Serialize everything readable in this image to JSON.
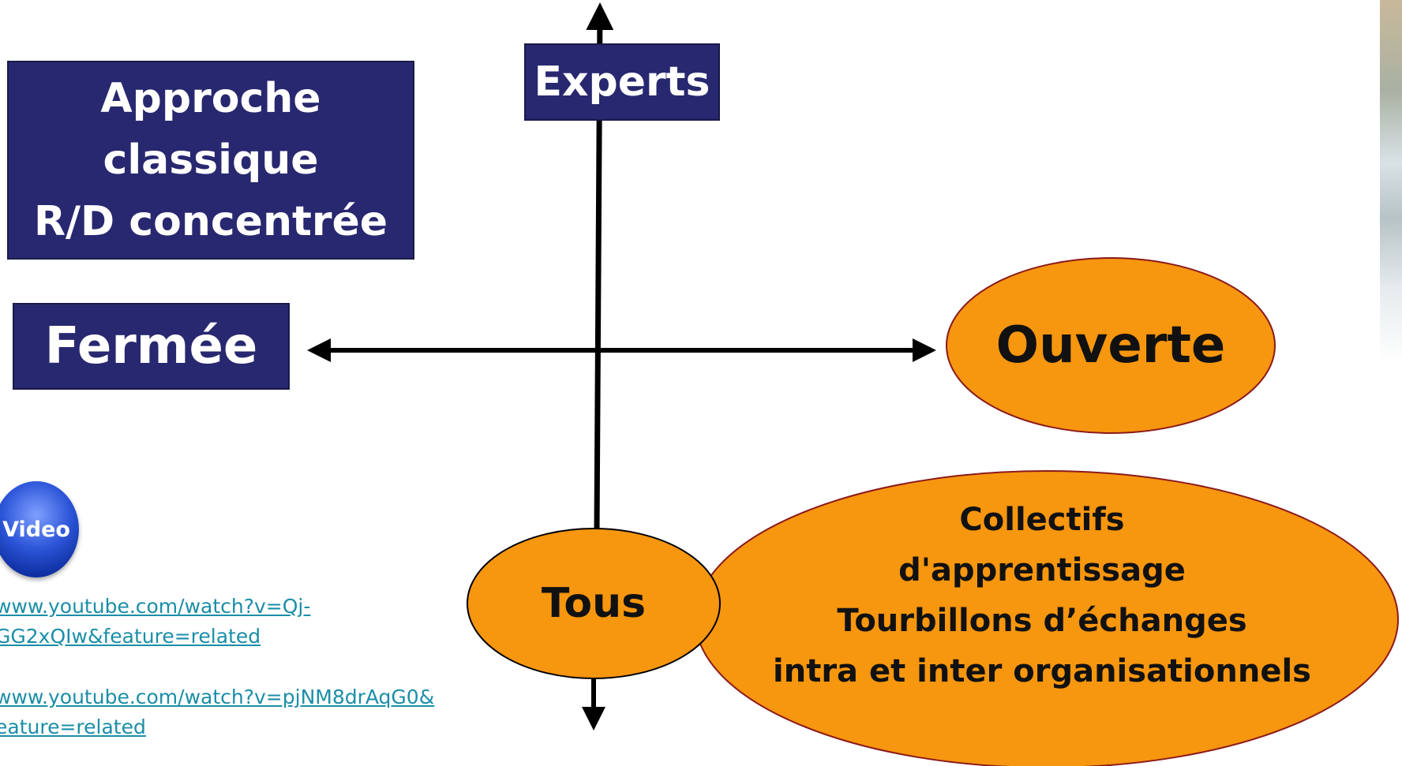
{
  "top_left_box": {
    "lines": [
      "Approche",
      "classique",
      "R/D concentrée"
    ]
  },
  "axis": {
    "top": "Experts",
    "left": "Fermée",
    "right": "Ouverte",
    "bottom": "Tous"
  },
  "big_oval": {
    "lines": [
      "Collectifs",
      "d'apprentissage",
      "Tourbillons d’échanges",
      "intra et inter organisationnels"
    ]
  },
  "video_icon": {
    "label": "Video",
    "icon": "video-icon"
  },
  "links": [
    {
      "line1": "www.youtube.com/watch?v=Qj-",
      "line2": "GG2xQIw&feature=related"
    },
    {
      "line1": "www.youtube.com/watch?v=pjNM8drAqG0&",
      "line2": "eature=related"
    }
  ],
  "colors": {
    "navy_box": "#282870",
    "orange_fill": "#f7960f",
    "oval_stroke": "#8b1a1a",
    "link": "#1a8ea8"
  }
}
